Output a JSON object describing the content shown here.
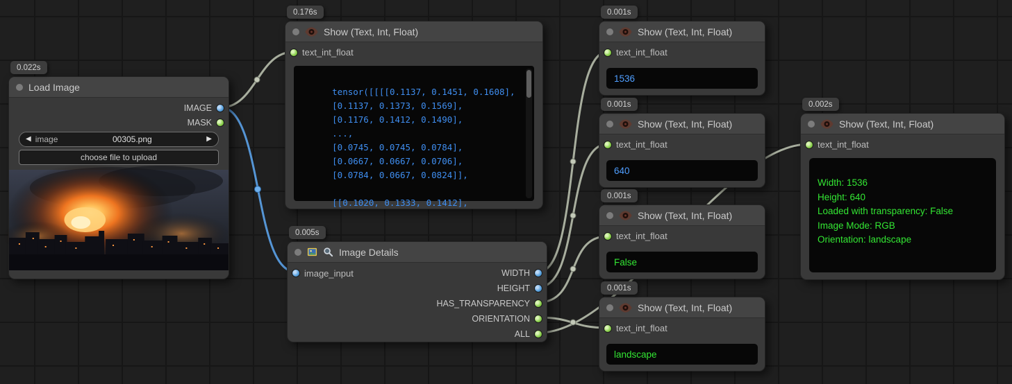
{
  "colors": {
    "wire": "#b4bba9",
    "wire_image": "#5a9fe5",
    "slot_blue": "#4f9ddd",
    "slot_green": "#84cc45",
    "value_blue": "#4f9eff",
    "value_green": "#33e633"
  },
  "nodes": {
    "load_image": {
      "badge": "0.022s",
      "title": "Load Image",
      "outputs": [
        "IMAGE",
        "MASK"
      ],
      "combo": {
        "left_arrow": "◀",
        "label": "image",
        "value": "00305.png",
        "right_arrow": "▶"
      },
      "upload_button": "choose file to upload"
    },
    "show_tensor": {
      "badge": "0.176s",
      "title": "Show (Text, Int, Float)",
      "input": "text_int_float",
      "value": "tensor([[[[0.1137, 0.1451, 0.1608],\n      [0.1137, 0.1373, 0.1569],\n      [0.1176, 0.1412, 0.1490],\n      ...,\n      [0.0745, 0.0745, 0.0784],\n      [0.0667, 0.0667, 0.0706],\n      [0.0784, 0.0667, 0.0824]],\n\n      [[0.1020, 0.1333, 0.1412],"
    },
    "image_details": {
      "badge": "0.005s",
      "title": "Image Details",
      "input": "image_input",
      "outputs": [
        "WIDTH",
        "HEIGHT",
        "HAS_TRANSPARENCY",
        "ORIENTATION",
        "ALL"
      ]
    },
    "show_width": {
      "badge": "0.001s",
      "title": "Show (Text, Int, Float)",
      "input": "text_int_float",
      "value": "1536"
    },
    "show_height": {
      "badge": "0.001s",
      "title": "Show (Text, Int, Float)",
      "input": "text_int_float",
      "value": "640"
    },
    "show_transparency": {
      "badge": "0.001s",
      "title": "Show (Text, Int, Float)",
      "input": "text_int_float",
      "value": "False"
    },
    "show_orientation": {
      "badge": "0.001s",
      "title": "Show (Text, Int, Float)",
      "input": "text_int_float",
      "value": "landscape"
    },
    "show_all": {
      "badge": "0.002s",
      "title": "Show (Text, Int, Float)",
      "input": "text_int_float",
      "value": "Width: 1536\nHeight: 640\nLoaded with transparency: False\nImage Mode: RGB\nOrientation: landscape"
    }
  }
}
